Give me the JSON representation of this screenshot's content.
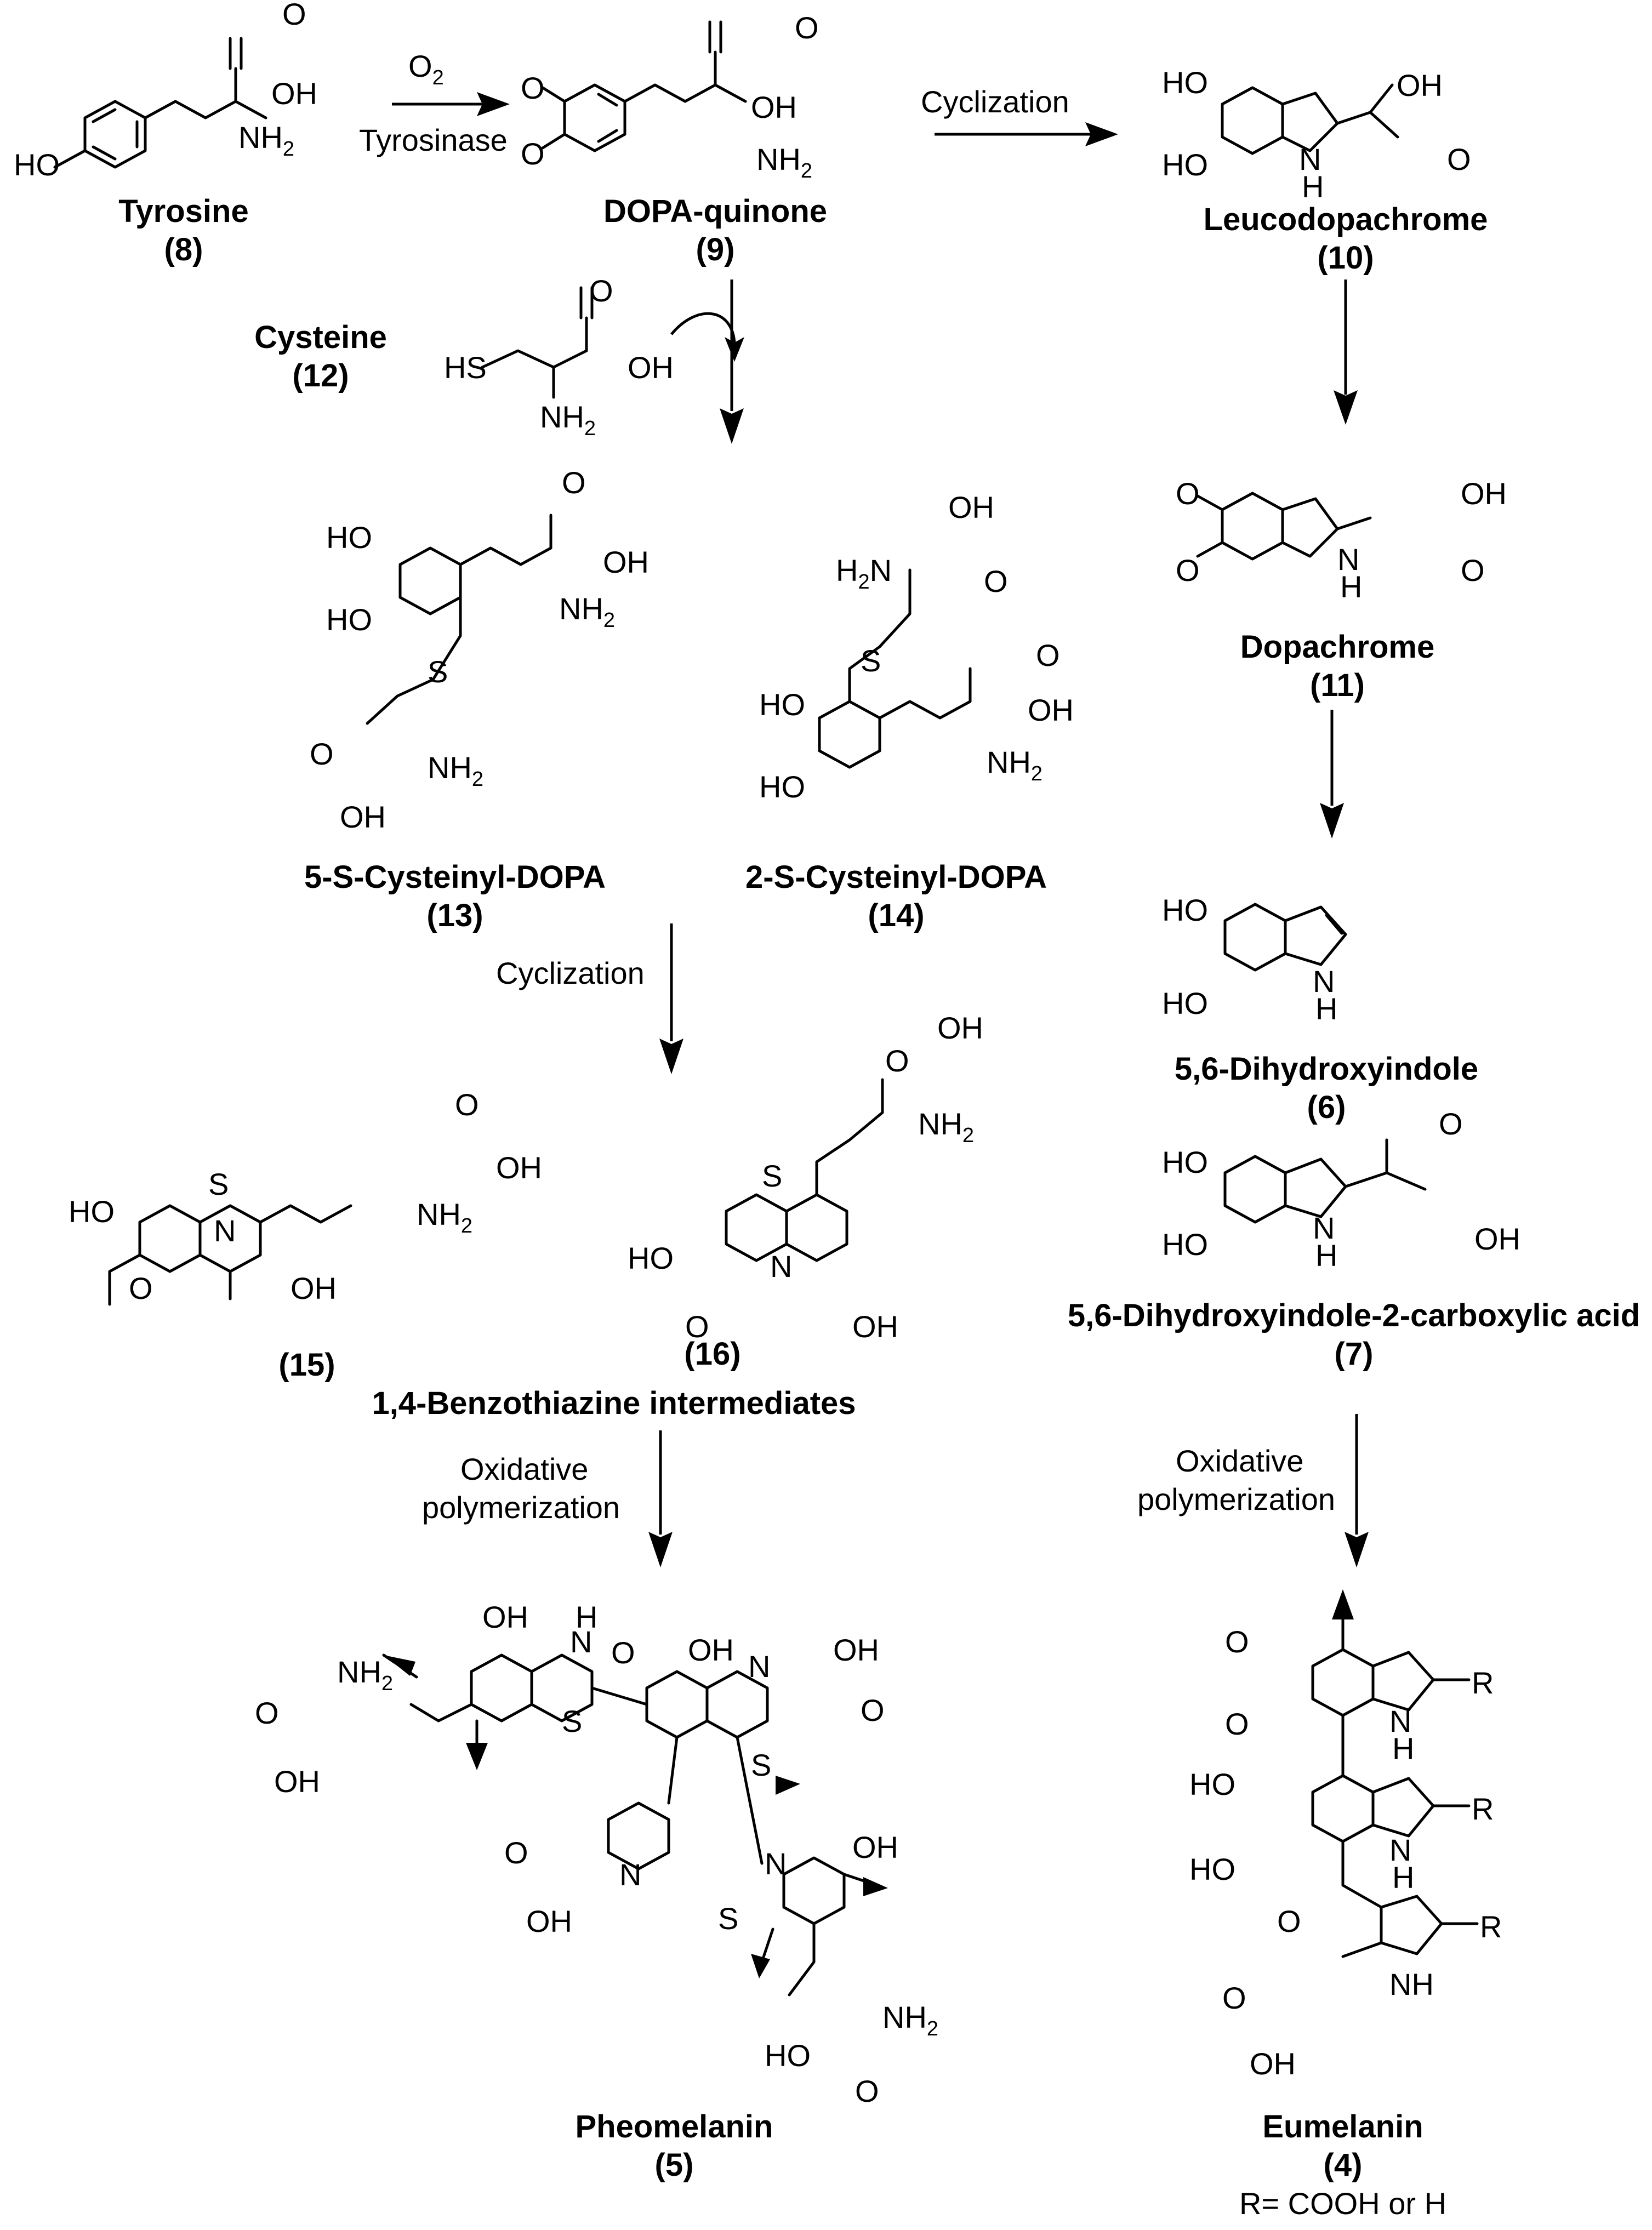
{
  "compounds": [
    {
      "id": "tyrosine",
      "name": "Tyrosine",
      "number": "(8)"
    },
    {
      "id": "dopaquinone",
      "name": "DOPA-quinone",
      "number": "(9)"
    },
    {
      "id": "leucodopachrome",
      "name": "Leucodopachrome",
      "number": "(10)"
    },
    {
      "id": "cysteine",
      "name": "Cysteine",
      "number": "(12)"
    },
    {
      "id": "dopachrome",
      "name": "Dopachrome",
      "number": "(11)"
    },
    {
      "id": "cysdopa5",
      "name": "5-S-Cysteinyl-DOPA",
      "number": "(13)"
    },
    {
      "id": "cysdopa2",
      "name": "2-S-Cysteinyl-DOPA",
      "number": "(14)"
    },
    {
      "id": "dhi",
      "name": "5,6-Dihydroxyindole",
      "number": "(6)"
    },
    {
      "id": "dhica",
      "name": "5,6-Dihydroxyindole-2-carboxylic acid",
      "number": "(7)"
    },
    {
      "id": "bt15",
      "name": "",
      "number": "(15)"
    },
    {
      "id": "bt16",
      "name": "",
      "number": "(16)"
    },
    {
      "id": "pheomelanin",
      "name": "Pheomelanin",
      "number": "(5)"
    },
    {
      "id": "eumelanin",
      "name": "Eumelanin",
      "number": "(4)"
    }
  ],
  "group_label": "1,4-Benzothiazine intermediates",
  "r_note": "R= COOH or H",
  "reactions": {
    "tyr_to_dq": {
      "above_main": "O",
      "above_sub": "2",
      "below": "Tyrosinase"
    },
    "dq_to_leuco": {
      "above": "Cyclization"
    },
    "cys_to_bt": {
      "left": "Cyclization"
    },
    "bt_to_pheo": {
      "line1": "Oxidative",
      "line2": "polymerization"
    },
    "dhi_to_eu": {
      "line1": "Oxidative",
      "line2": "polymerization"
    }
  },
  "atoms": {
    "OH": "OH",
    "HO": "HO",
    "O": "O",
    "N": "N",
    "H": "H",
    "S": "S",
    "R": "R",
    "NH": "NH",
    "HS": "HS",
    "H2N": "H",
    "NH2": "NH",
    "sub2": "2"
  }
}
